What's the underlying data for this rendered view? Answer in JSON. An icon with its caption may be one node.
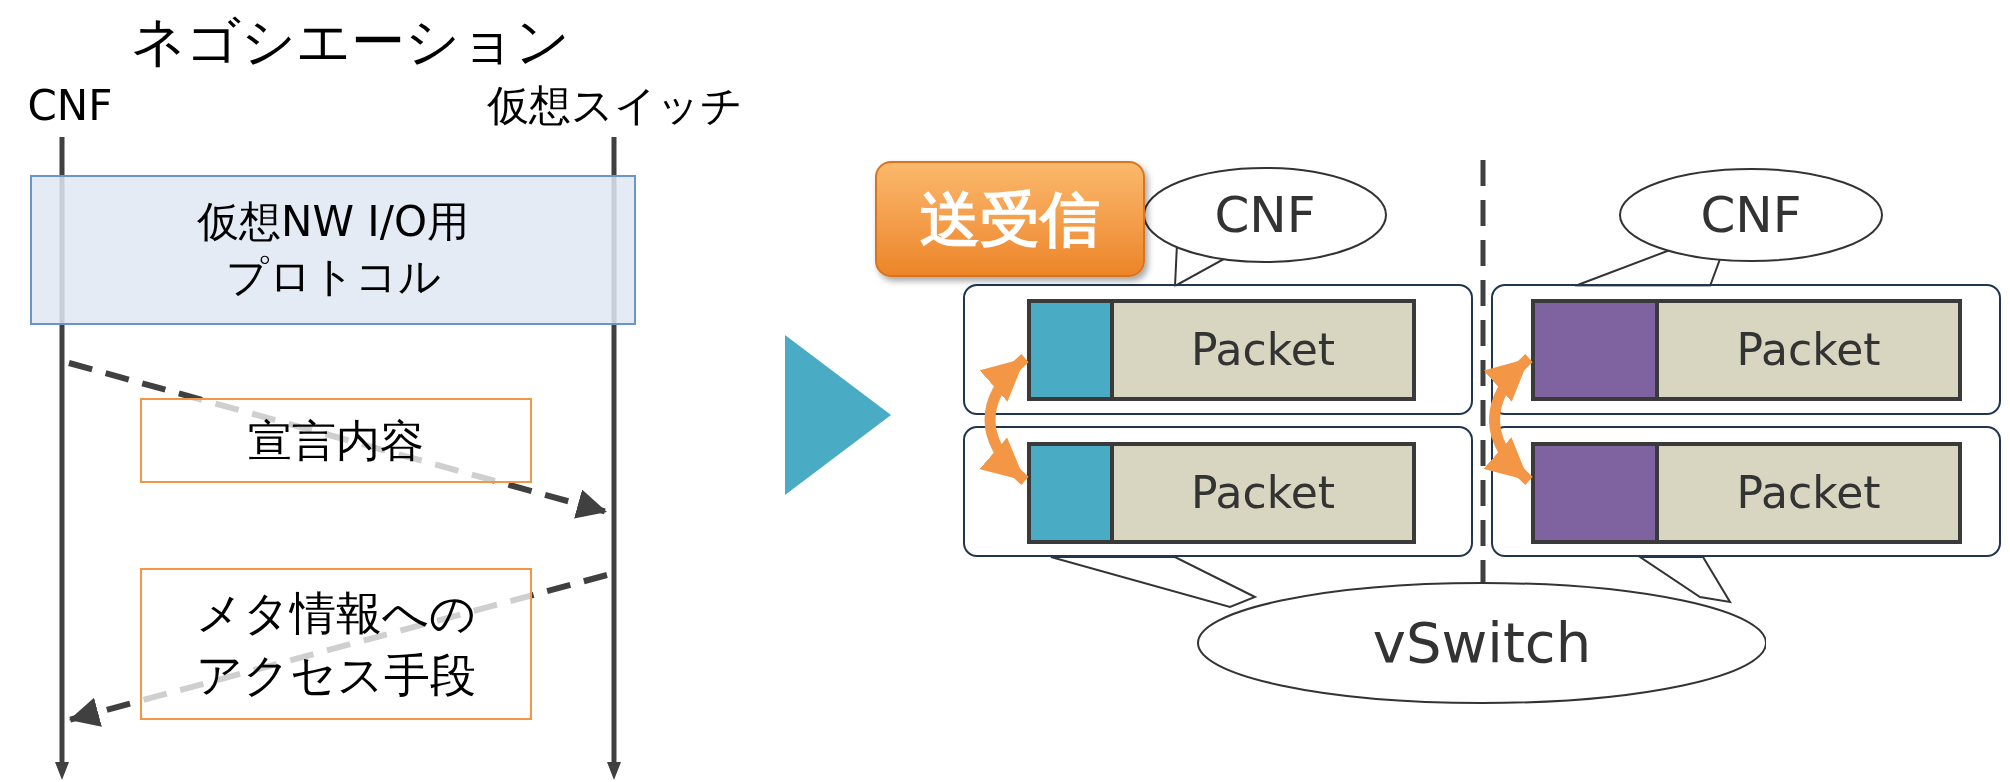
{
  "diagram": {
    "title": "ネゴシエーション",
    "nodes": [
      {
        "text": [
          "CNF"
        ]
      },
      {
        "text": [
          "仮想スイッチ"
        ]
      },
      {
        "text": [],
        "shape": "line"
      },
      {
        "text": [],
        "shape": "line"
      },
      {
        "text": [
          "仮想NW I/O用プロトコル"
        ]
      },
      {
        "text": [
          "送受信"
        ]
      },
      {
        "text": [
          "CNF"
        ]
      },
      {
        "text": [
          "CNF"
        ]
      },
      {
        "text": [],
        "shape": "box"
      },
      {
        "text": [],
        "shape": "box",
        "in": 8
      },
      {
        "text": [
          "Packet"
        ],
        "in": 8
      },
      {
        "text": [],
        "shape": "box"
      },
      {
        "text": [],
        "shape": "box",
        "in": 11
      },
      {
        "text": [
          "Packet"
        ],
        "in": 11
      },
      {
        "text": [],
        "shape": "box"
      },
      {
        "text": [],
        "shape": "box",
        "in": 14
      },
      {
        "text": [
          "Packet"
        ],
        "in": 14
      },
      {
        "text": [],
        "shape": "box"
      },
      {
        "text": [],
        "shape": "box",
        "in": 17
      },
      {
        "text": [
          "Packet"
        ],
        "in": 17
      },
      {
        "text": [
          "vSwitch"
        ]
      }
    ],
    "edges": [
      {
        "from": 2,
        "to": 3,
        "arrow": "to",
        "style": "dashed",
        "label": "宣言内容"
      },
      {
        "from": 3,
        "to": 2,
        "arrow": "to",
        "style": "dashed",
        "label": "メタ情報へのアクセス手段"
      },
      {
        "from": 9,
        "to": 15,
        "arrow": "both",
        "style": "thick",
        "color": "#f39645"
      },
      {
        "from": 12,
        "to": 18,
        "arrow": "both",
        "style": "thick",
        "color": "#f39645"
      }
    ]
  }
}
